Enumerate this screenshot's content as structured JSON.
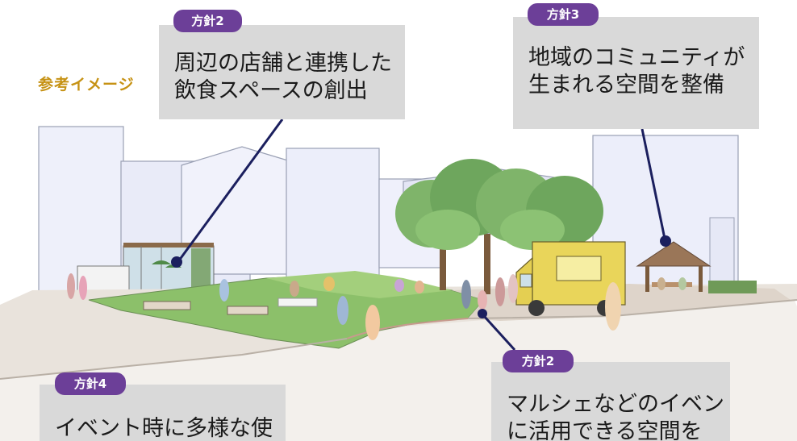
{
  "reference_label": "参考イメージ",
  "callouts": [
    {
      "badge": "方針2",
      "lines": [
        "周辺の店舗と連携した",
        "飲食スペースの創出"
      ]
    },
    {
      "badge": "方針3",
      "lines": [
        "地域のコミュニティが",
        "生まれる空間を整備"
      ]
    },
    {
      "badge": "方針4",
      "lines": [
        "イベント時に多様な使"
      ]
    },
    {
      "badge": "方針2",
      "lines": [
        "マルシェなどのイベント",
        "に活用できる空間を"
      ]
    }
  ],
  "colors": {
    "badge_purple": "#6c3f98",
    "label_gold": "#c69214",
    "callout_gray": "#d9d9d9",
    "leader_navy": "#1b1f5e",
    "lawn_green": "#8cc06a",
    "truck_yellow": "#e9d55a"
  }
}
